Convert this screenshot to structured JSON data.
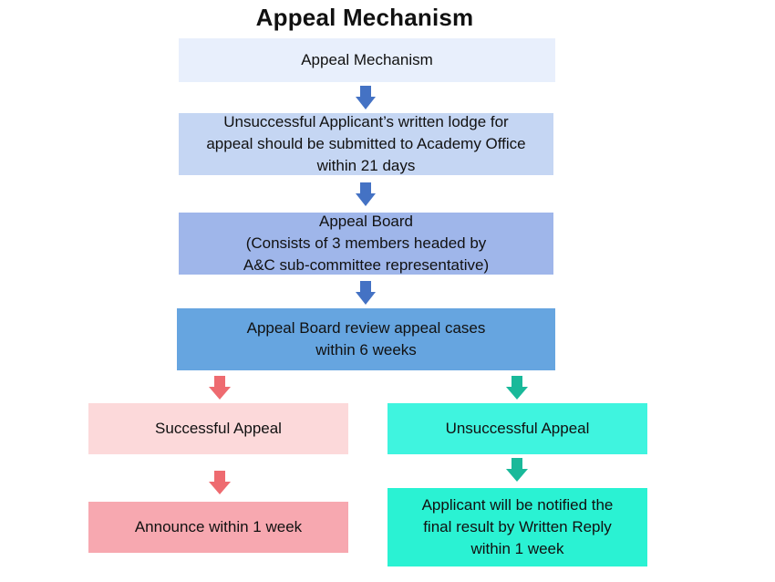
{
  "title": "Appeal Mechanism",
  "boxes": {
    "mechanism": "Appeal Mechanism",
    "lodge": "Unsuccessful Applicant’s written lodge for\nappeal should be submitted to Academy Office\nwithin 21 days",
    "board": "Appeal Board\n(Consists of 3 members headed by\nA&C sub-committee representative)",
    "review": "Appeal Board review appeal cases\nwithin 6 weeks",
    "successful": "Successful Appeal",
    "unsuccessful": "Unsuccessful Appeal",
    "announce": "Announce within 1 week",
    "notified": "Applicant will be notified the\nfinal result by Written Reply\nwithin 1 week"
  },
  "colors": {
    "mechanism": "#e8effc",
    "lodge": "#c5d6f3",
    "board": "#9fb6ea",
    "review": "#66a5e0",
    "successful": "#fcd9da",
    "unsuccessful": "#3ff4df",
    "announce": "#f7a8b0",
    "notified": "#2af2d3",
    "arrow_blue": "#4472c4",
    "arrow_red": "#ee6b70",
    "arrow_teal": "#19b99a"
  }
}
